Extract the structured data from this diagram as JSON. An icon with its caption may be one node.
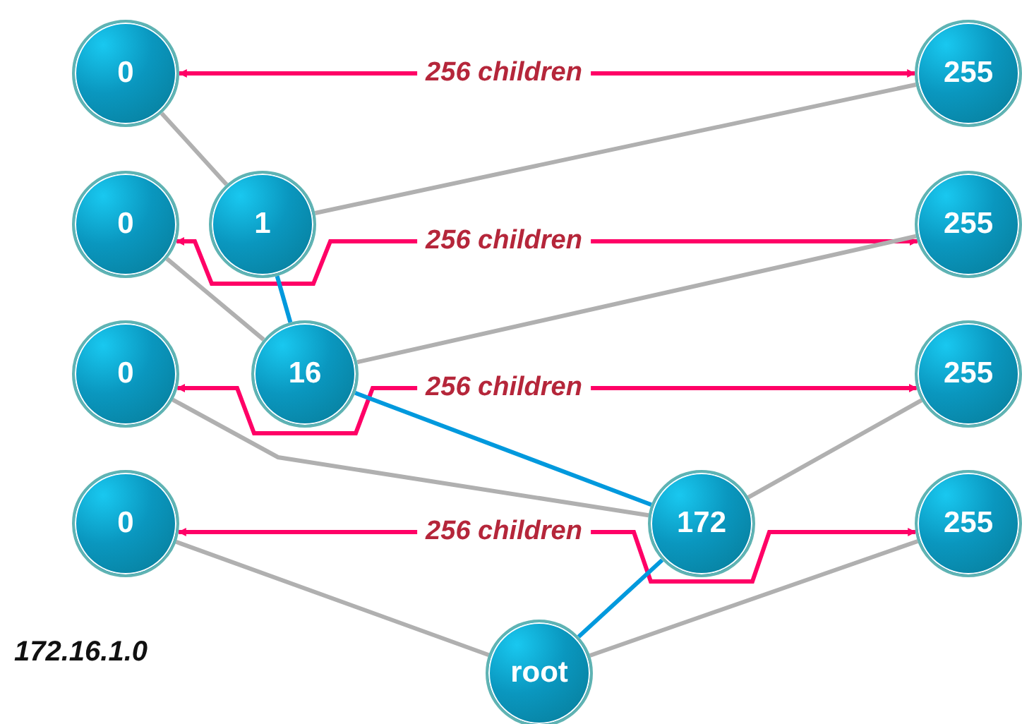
{
  "diagram": {
    "nodes": [
      {
        "text": [
          "0"
        ]
      },
      {
        "text": [
          "255"
        ]
      },
      {
        "text": [
          "0"
        ]
      },
      {
        "text": [
          "1"
        ]
      },
      {
        "text": [
          "255"
        ]
      },
      {
        "text": [
          "0"
        ]
      },
      {
        "text": [
          "16"
        ]
      },
      {
        "text": [
          "255"
        ]
      },
      {
        "text": [
          "0"
        ]
      },
      {
        "text": [
          "172"
        ]
      },
      {
        "text": [
          "255"
        ]
      },
      {
        "text": [
          "root"
        ]
      }
    ],
    "edges": [
      {
        "from": 0,
        "to": 1,
        "arrow": "both",
        "label": "256 children",
        "color": "#ff0066"
      },
      {
        "from": 2,
        "to": 4,
        "arrow": "both",
        "label": "256 children",
        "color": "#ff0066"
      },
      {
        "from": 5,
        "to": 7,
        "arrow": "both",
        "label": "256 children",
        "color": "#ff0066"
      },
      {
        "from": 8,
        "to": 10,
        "arrow": "both",
        "label": "256 children",
        "color": "#ff0066"
      },
      {
        "from": 11,
        "to": 8,
        "arrow": "none"
      },
      {
        "from": 11,
        "to": 9,
        "arrow": "none",
        "color": "#0099dd"
      },
      {
        "from": 11,
        "to": 10,
        "arrow": "none"
      },
      {
        "from": 9,
        "to": 5,
        "arrow": "none"
      },
      {
        "from": 9,
        "to": 6,
        "arrow": "none",
        "color": "#0099dd"
      },
      {
        "from": 9,
        "to": 7,
        "arrow": "none"
      },
      {
        "from": 6,
        "to": 2,
        "arrow": "none"
      },
      {
        "from": 6,
        "to": 3,
        "arrow": "none",
        "color": "#0099dd"
      },
      {
        "from": 6,
        "to": 4,
        "arrow": "none"
      },
      {
        "from": 3,
        "to": 0,
        "arrow": "none"
      },
      {
        "from": 3,
        "to": 1,
        "arrow": "none"
      }
    ],
    "labels": [
      "172.16.1.0"
    ]
  }
}
